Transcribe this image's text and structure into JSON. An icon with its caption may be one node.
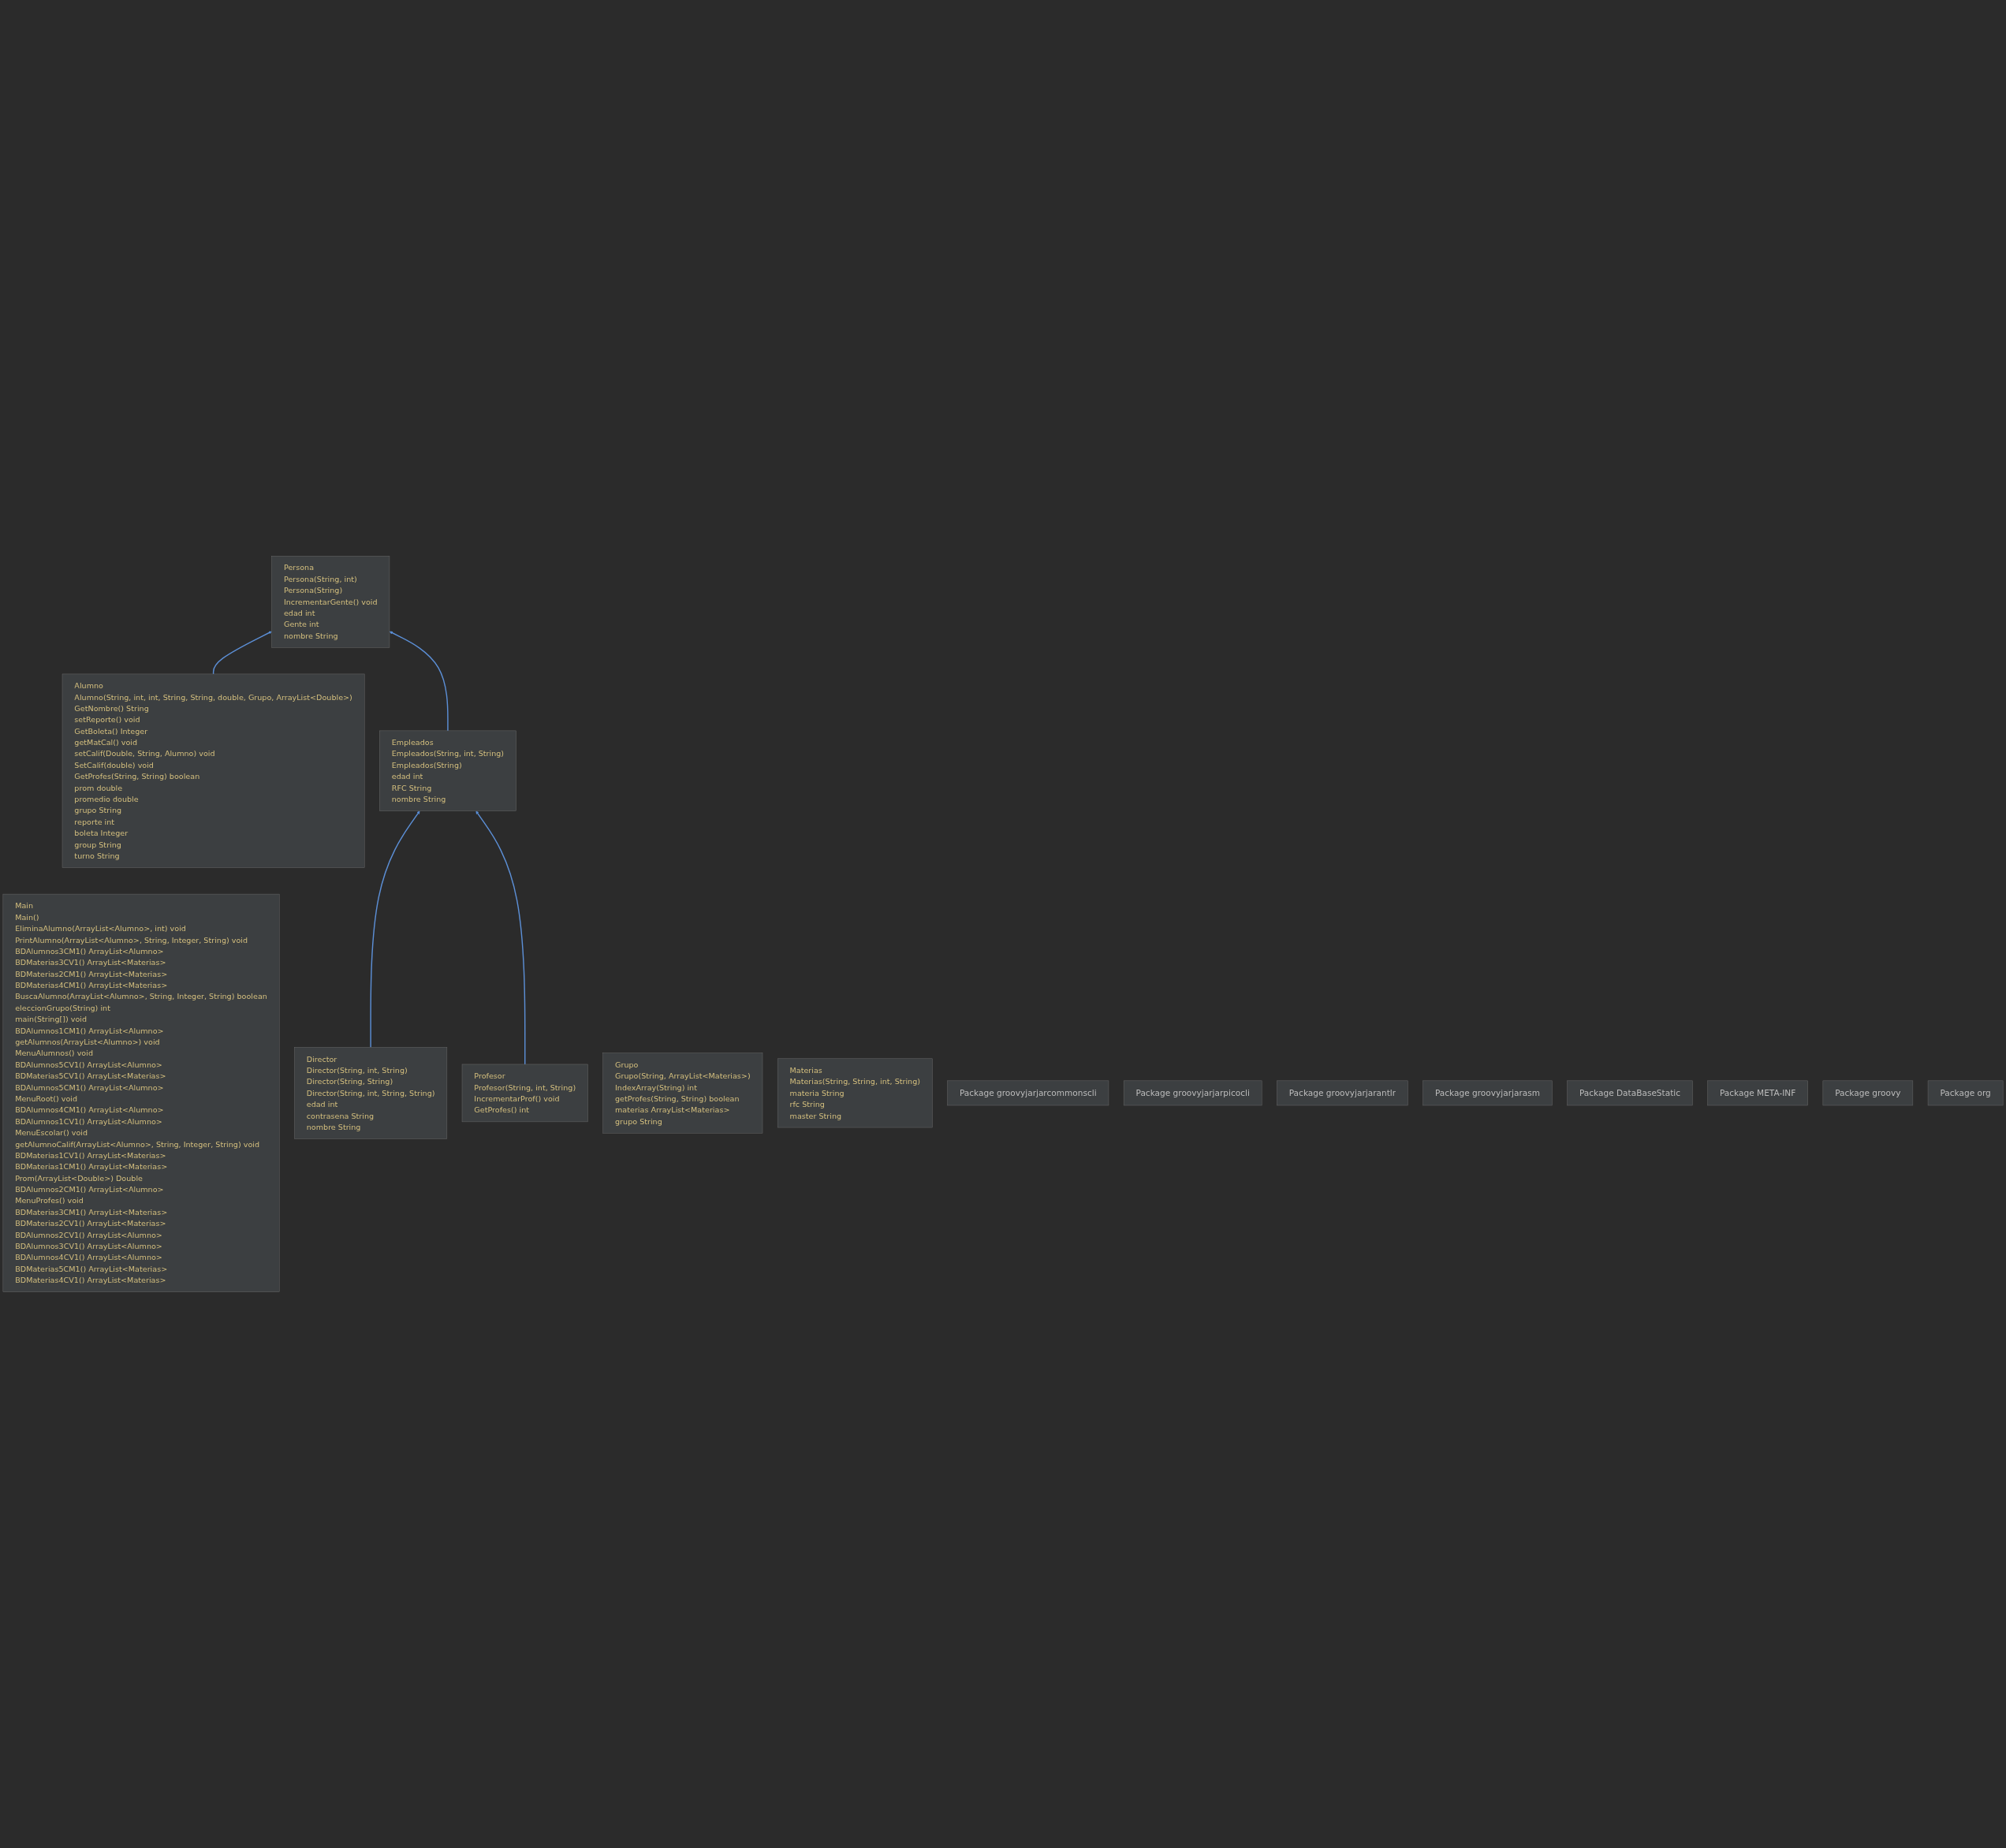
{
  "diagram": {
    "nodes": [
      {
        "text": [
          "Persona",
          "Persona(String, int)",
          "Persona(String)",
          "IncrementarGente() void",
          "edad int",
          "Gente int",
          "nombre String"
        ]
      },
      {
        "text": [
          "Main",
          "Main()",
          "EliminaAlumno(ArrayList<Alumno>, int) void",
          "PrintAlumno(ArrayList<Alumno>, String, Integer, String) void",
          "BDAlumnos3CM1() ArrayList<Alumno>",
          "BDMaterias3CV1() ArrayList<Materias>",
          "BDMaterias2CM1() ArrayList<Materias>",
          "BDMaterias4CM1() ArrayList<Materias>",
          "BuscaAlumno(ArrayList<Alumno>, String, Integer, String) boolean",
          "eleccionGrupo(String) int",
          "main(String[]) void",
          "BDAlumnos1CM1() ArrayList<Alumno>",
          "getAlumnos(ArrayList<Alumno>) void",
          "MenuAlumnos() void",
          "BDAlumnos5CV1() ArrayList<Alumno>",
          "BDMaterias5CV1() ArrayList<Materias>",
          "BDAlumnos5CM1() ArrayList<Alumno>",
          "MenuRoot() void",
          "BDAlumnos4CM1() ArrayList<Alumno>",
          "BDAlumnos1CV1() ArrayList<Alumno>",
          "MenuEscolar() void",
          "getAlumnoCalif(ArrayList<Alumno>, String, Integer, String) void",
          "BDMaterias1CV1() ArrayList<Materias>",
          "BDMaterias1CM1() ArrayList<Materias>",
          "Prom(ArrayList<Double>) Double",
          "BDAlumnos2CM1() ArrayList<Alumno>",
          "MenuProfes() void",
          "BDMaterias3CM1() ArrayList<Materias>",
          "BDMaterias2CV1() ArrayList<Materias>",
          "BDAlumnos2CV1() ArrayList<Alumno>",
          "BDAlumnos3CV1() ArrayList<Alumno>",
          "BDAlumnos4CV1() ArrayList<Alumno>",
          "BDMaterias5CM1() ArrayList<Materias>",
          "BDMaterias4CV1() ArrayList<Materias>"
        ]
      },
      {
        "text": [
          "Alumno",
          "Alumno(String, int, int, String, String, double, Grupo, ArrayList<Double>)",
          "GetNombre() String",
          "setReporte() void",
          "GetBoleta() Integer",
          "getMatCal() void",
          "setCalif(Double, String, Alumno) void",
          "SetCalif(double) void",
          "GetProfes(String, String) boolean",
          "prom double",
          "promedio double",
          "grupo String",
          "reporte int",
          "boleta Integer",
          "group String",
          "turno String"
        ]
      },
      {
        "text": [
          "Empleados",
          "Empleados(String, int, String)",
          "Empleados(String)",
          "edad int",
          "RFC String",
          "nombre String"
        ]
      },
      {
        "text": [
          "Director",
          "Director(String, int, String)",
          "Director(String, String)",
          "Director(String, int, String, String)",
          "edad int",
          "contrasena String",
          "nombre String"
        ]
      },
      {
        "text": [
          "Profesor",
          "Profesor(String, int, String)",
          "IncrementarProf() void",
          "GetProfes() int"
        ]
      },
      {
        "text": [
          "Grupo",
          "Grupo(String, ArrayList<Materias>)",
          "IndexArray(String) int",
          "getProfes(String, String) boolean",
          "materias ArrayList<Materias>",
          "grupo String"
        ]
      },
      {
        "text": [
          "Materias",
          "Materias(String, String, int, String)",
          "materia String",
          "rfc String",
          "master String"
        ]
      },
      {
        "text": [
          "Package groovyjarjarcommonscli"
        ]
      },
      {
        "text": [
          "Package groovyjarjarpicocli"
        ]
      },
      {
        "text": [
          "Package groovyjarjarantlr"
        ]
      },
      {
        "text": [
          "Package groovyjarjarasm"
        ]
      },
      {
        "text": [
          "Package DataBaseStatic"
        ]
      },
      {
        "text": [
          "Package META-INF"
        ]
      },
      {
        "text": [
          "Package groovy"
        ]
      },
      {
        "text": [
          "Package org"
        ]
      }
    ],
    "edges": [
      {
        "from": 2,
        "to": 0,
        "arrow": "to"
      },
      {
        "from": 3,
        "to": 0,
        "arrow": "to"
      },
      {
        "from": 4,
        "to": 3,
        "arrow": "to"
      },
      {
        "from": 5,
        "to": 3,
        "arrow": "to"
      }
    ]
  }
}
